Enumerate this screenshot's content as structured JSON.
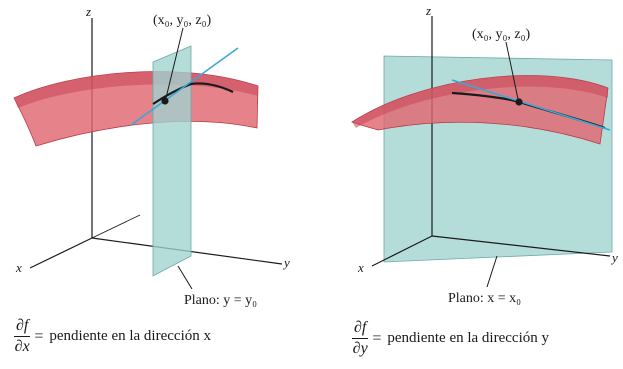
{
  "left_panel": {
    "axis_z": "z",
    "axis_x": "x",
    "axis_y": "y",
    "point_label": "(x₀, y₀, z₀)",
    "plane_label": "Plano: y = y₀",
    "caption": {
      "numerator": "∂f",
      "denominator": "∂x",
      "equals": "=",
      "text": "pendiente en la dirección x"
    }
  },
  "right_panel": {
    "axis_z": "z",
    "axis_x": "x",
    "axis_y": "y",
    "point_label": "(x₀, y₀, z₀)",
    "plane_label": "Plano: x = x₀",
    "caption": {
      "numerator": "∂f",
      "denominator": "∂y",
      "equals": "=",
      "text": "pendiente en la dirección y"
    }
  },
  "colors": {
    "surface": "#e06670",
    "surface_edge": "#b83a48",
    "plane": "#9fd3d0",
    "plane_edge": "#6fa9a6",
    "tangent_line": "#3aa7d6",
    "trace_curve": "#1a1a1a",
    "axes": "#1a1a1a"
  }
}
